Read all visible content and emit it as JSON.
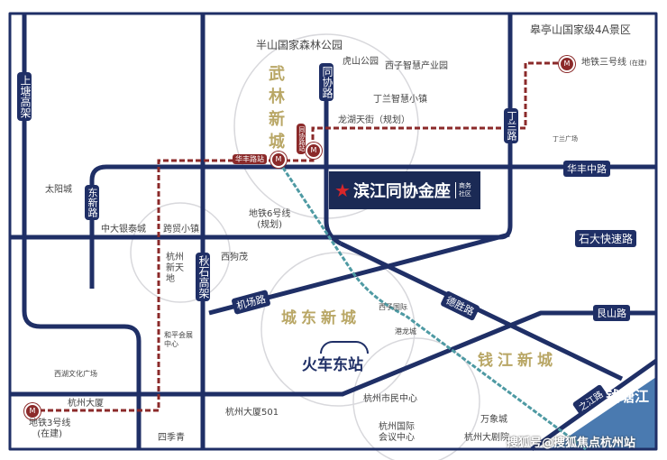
{
  "project": {
    "name": "滨江同协金座",
    "tag_line1": "商务",
    "tag_line2": "社区",
    "star_color": "#d8262a"
  },
  "districts": {
    "wulin": "武林新城",
    "chengdong": "城东新城",
    "qianjiang": "钱江新城"
  },
  "roads": {
    "shangtang": "上塘高架",
    "tongxie": "同协路",
    "dingla": "丁兰路",
    "huafeng": "华丰中路",
    "dongxin": "东新路",
    "shida": "石大快速路",
    "qiushi": "秋石高架",
    "jichang": "机场路",
    "desheng": "德胜路",
    "genshan": "艮山路",
    "zhijiang": "之江路"
  },
  "metro": {
    "huafeng_station": "华丰路站",
    "tongxie_station": "同协路站",
    "line3_ne": "地铁三号线",
    "line3_ne_status": "(在建)",
    "line3_sw": "地铁3号线",
    "line3_sw_status": "(在建)",
    "line6": "地铁6号线",
    "line6_status": "(规划)"
  },
  "pois": {
    "banshan": "半山国家森林公园",
    "gaoting": "皋亭山国家级4A景区",
    "hushan": "虎山公园",
    "xizi_park": "西子智慧产业园",
    "dinglan_town": "丁兰智慧小镇",
    "longhu": "龙湖天街（规划）",
    "dinglan_square": "丁兰广场",
    "taiyang": "太阳城",
    "zhongda": "中大银泰城",
    "kuamao": "跨贸小镇",
    "xintiandi": "杭州新天地",
    "xigoumao": "西狗茂",
    "heping": "和平会展中心",
    "xihu_culture": "西湖文化广场",
    "hz_mansion": "杭州大厦",
    "hz_mansion501": "杭州大厦501",
    "siji": "四季青",
    "station": "火车东站",
    "xizi_intl": "西子国际",
    "ganglong": "港龙城",
    "civic": "杭州市民中心",
    "conference": "杭州国际会议中心",
    "mixc": "万象城",
    "theatre": "杭州大剧院",
    "river": "钱塘江"
  },
  "watermark": "搜狐号@搜狐焦点杭州站",
  "colors": {
    "road": "#1f2f66",
    "metro3": "#8b2a2a",
    "metro6": "#4e9aa3",
    "river": "#4a7ab0",
    "district": "#b9a766"
  }
}
